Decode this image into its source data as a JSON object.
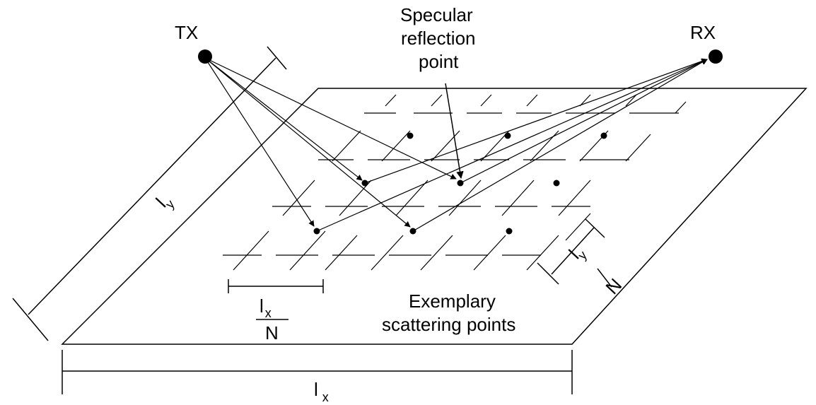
{
  "labels": {
    "tx": "TX",
    "rx": "RX",
    "specular_line1": "Specular",
    "specular_line2": "reflection",
    "specular_line3": "point",
    "exemplary_line1": "Exemplary",
    "exemplary_line2": "scattering points",
    "lx_main": "l",
    "lx_main_sub": "x",
    "ly_main": "l",
    "ly_main_sub": "y",
    "lx_over_n_num": "l",
    "lx_over_n_num_sub": "x",
    "lx_over_n_den": "N",
    "ly_over_n_num": "l",
    "ly_over_n_num_sub": "y",
    "ly_over_n_den": "N"
  },
  "colors": {
    "stroke": "#000000",
    "background": "#ffffff"
  }
}
